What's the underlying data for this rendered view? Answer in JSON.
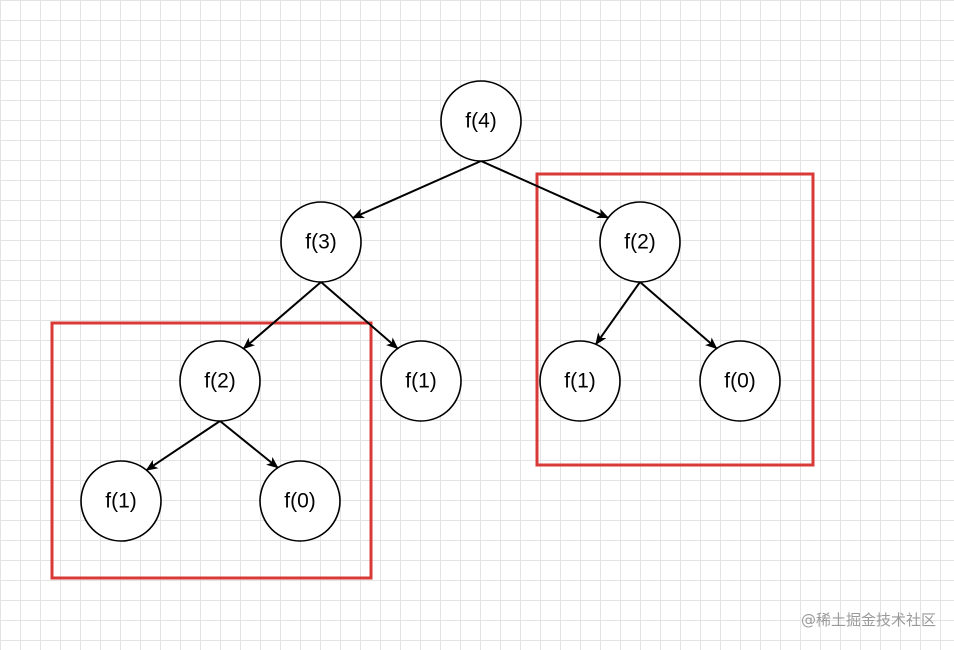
{
  "diagram": {
    "nodes": [
      {
        "id": "n-f4",
        "label": "f(4)"
      },
      {
        "id": "n-f3",
        "label": "f(3)"
      },
      {
        "id": "n-f2-right",
        "label": "f(2)"
      },
      {
        "id": "n-f2-left",
        "label": "f(2)"
      },
      {
        "id": "n-f1-mid",
        "label": "f(1)"
      },
      {
        "id": "n-f1-right",
        "label": "f(1)"
      },
      {
        "id": "n-f0-right",
        "label": "f(0)"
      },
      {
        "id": "n-f1-left",
        "label": "f(1)"
      },
      {
        "id": "n-f0-left",
        "label": "f(0)"
      }
    ],
    "edges": [
      {
        "from": "n-f4",
        "to": "n-f3"
      },
      {
        "from": "n-f4",
        "to": "n-f2-right"
      },
      {
        "from": "n-f3",
        "to": "n-f2-left"
      },
      {
        "from": "n-f3",
        "to": "n-f1-mid"
      },
      {
        "from": "n-f2-right",
        "to": "n-f1-right"
      },
      {
        "from": "n-f2-right",
        "to": "n-f0-right"
      },
      {
        "from": "n-f2-left",
        "to": "n-f1-left"
      },
      {
        "from": "n-f2-left",
        "to": "n-f0-left"
      }
    ],
    "highlight_color": "#d93a37"
  },
  "watermark": "@稀土掘金技术社区"
}
